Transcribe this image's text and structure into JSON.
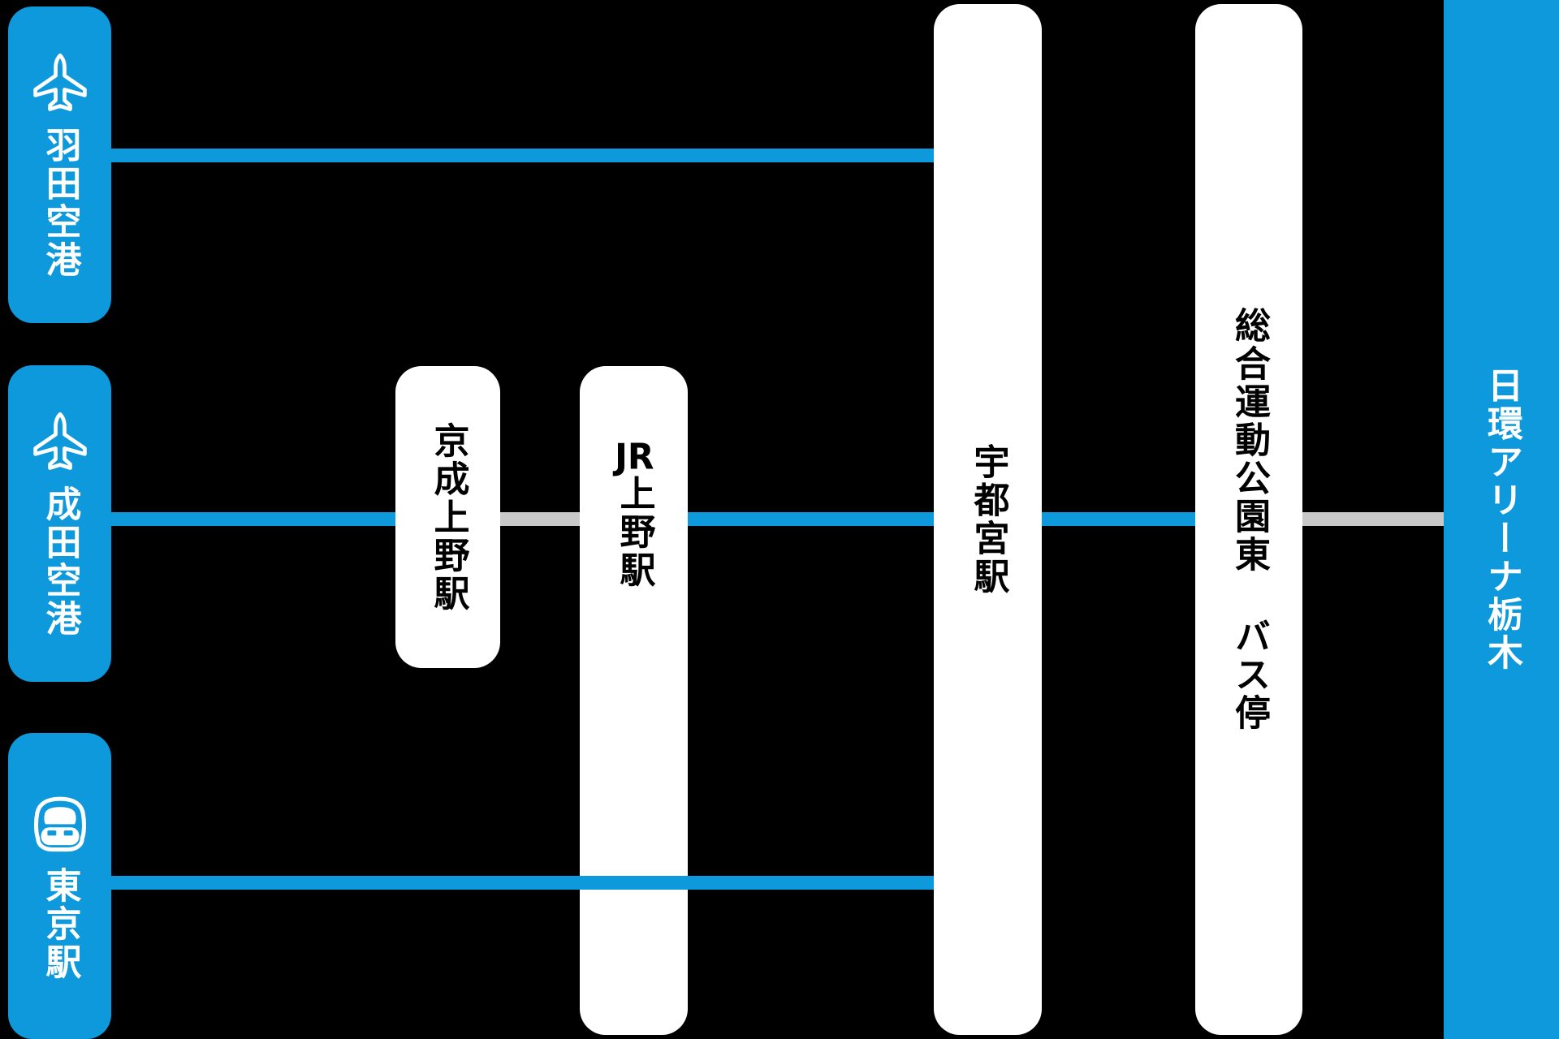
{
  "colors": {
    "accent_blue": "#0D99DC",
    "transfer_gray": "#C8C8C8",
    "background": "#000000",
    "station_bg": "#FFFFFF",
    "station_text": "#000000",
    "origin_text": "#FFFFFF"
  },
  "origins": [
    {
      "id": "haneda",
      "label": "羽田空港",
      "icon": "airplane-icon"
    },
    {
      "id": "narita",
      "label": "成田空港",
      "icon": "airplane-icon"
    },
    {
      "id": "tokyo",
      "label": "東京駅",
      "icon": "shinkansen-icon"
    }
  ],
  "stations": [
    {
      "id": "keisei-ueno",
      "label": "京成上野駅"
    },
    {
      "id": "jr-ueno",
      "label_prefix": "JR",
      "label": "上野駅"
    },
    {
      "id": "utsunomiya",
      "label": "宇都宮駅"
    },
    {
      "id": "sogo-undo-koen-higashi",
      "label": "総合運動公園東 バス停"
    }
  ],
  "destination": {
    "id": "arena",
    "label": "日環アリーナ栃木"
  },
  "route_segments": [
    {
      "from": "haneda",
      "to": "utsunomiya",
      "style": "blue"
    },
    {
      "from": "narita",
      "to": "keisei-ueno",
      "style": "blue"
    },
    {
      "from": "keisei-ueno",
      "to": "jr-ueno",
      "style": "gray"
    },
    {
      "from": "jr-ueno",
      "to": "utsunomiya",
      "style": "blue"
    },
    {
      "from": "utsunomiya",
      "to": "sogo-undo-koen-higashi",
      "style": "blue"
    },
    {
      "from": "sogo-undo-koen-higashi",
      "to": "arena",
      "style": "gray"
    },
    {
      "from": "tokyo",
      "to": "utsunomiya",
      "style": "blue"
    }
  ]
}
